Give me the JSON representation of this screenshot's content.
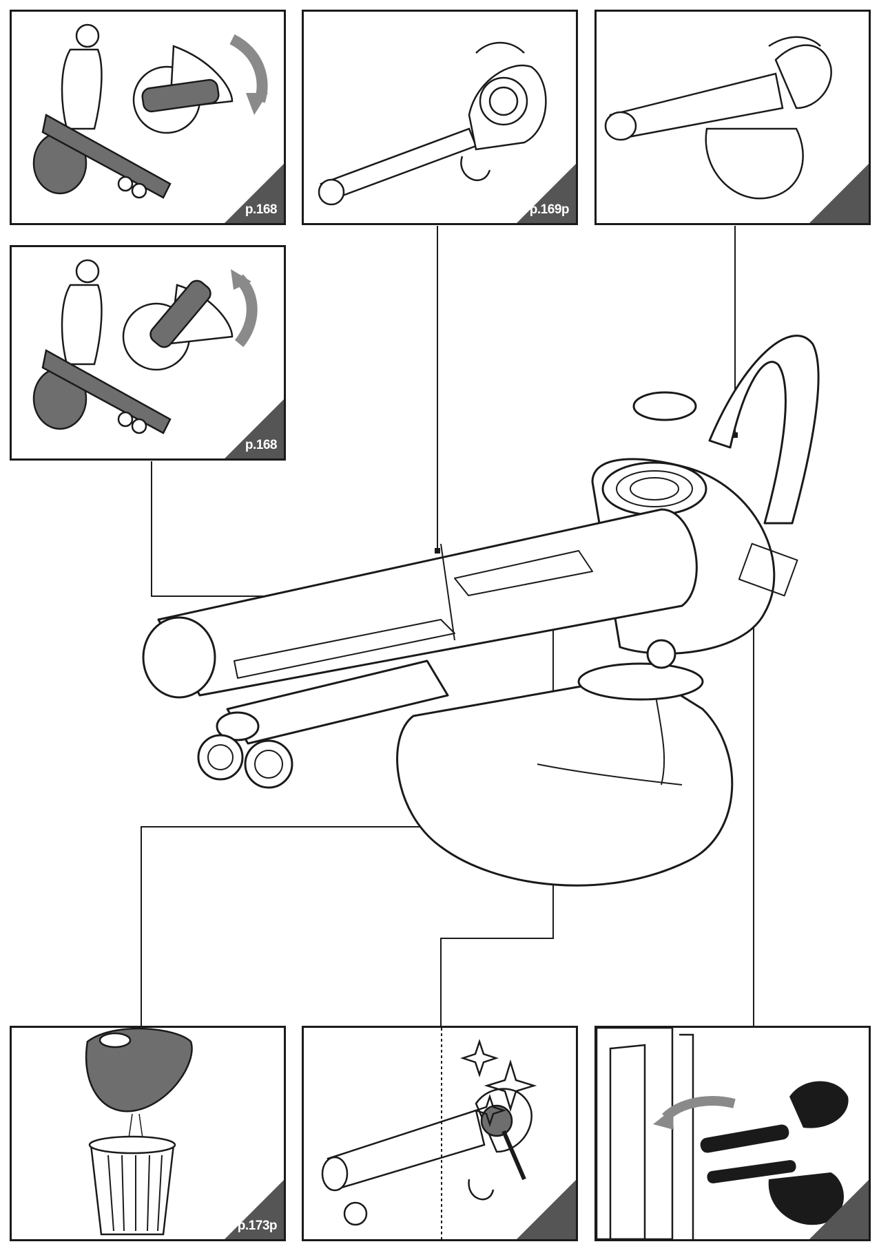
{
  "panels": {
    "blow_mode": {
      "page_label": "p.168"
    },
    "vacuum_mode": {
      "page_label": "p.168"
    },
    "blower_tube": {
      "page_label": "p.169p"
    },
    "vacuum_assembly": {
      "page_label": ""
    },
    "empty_bag": {
      "page_label": "p.173p"
    },
    "cleaning": {
      "page_label": ""
    },
    "storage": {
      "page_label": ""
    }
  },
  "colors": {
    "outline": "#1a1a1a",
    "tab_fill": "#555555",
    "bag_fill": "#6e6e6e",
    "arrow": "#8a8a8a"
  }
}
